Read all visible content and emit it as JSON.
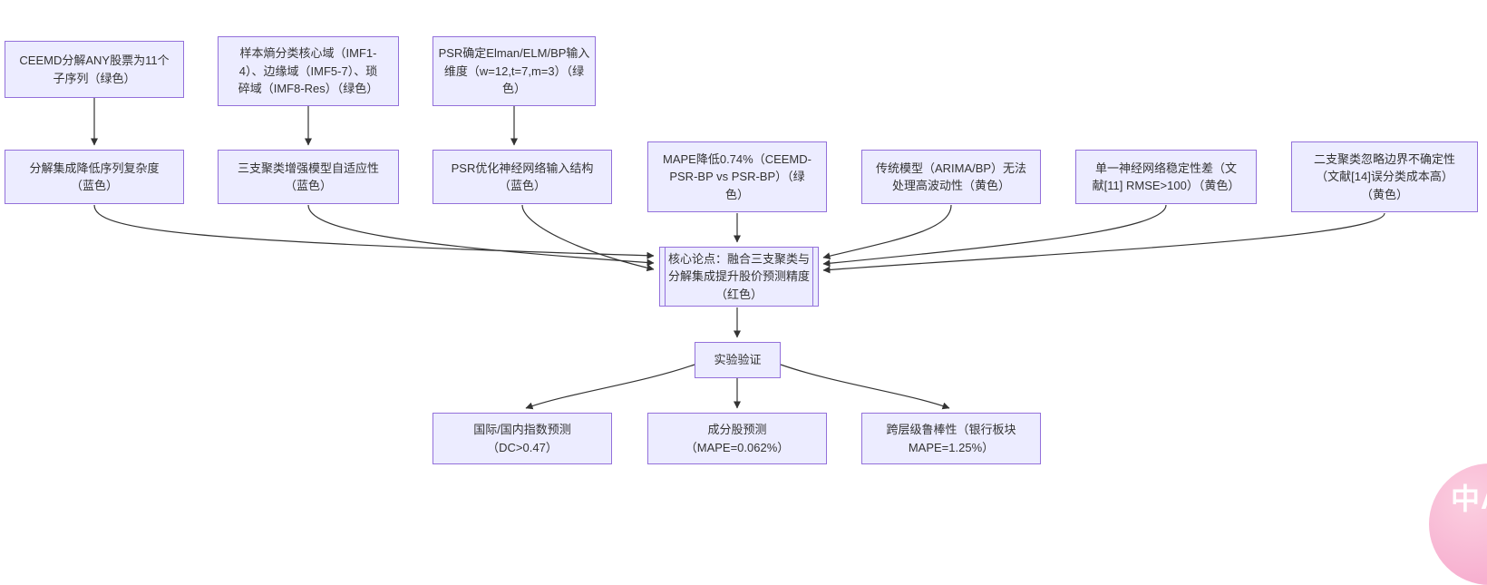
{
  "colors": {
    "node_fill": "#ECECFF",
    "node_border": "#9370DB",
    "arrow": "#333333",
    "text": "#333333",
    "badge_pink": "#F7B0D0"
  },
  "diagram": {
    "type": "flowchart",
    "nodes": {
      "ceemd": {
        "label": "CEEMD分解ANY股票为11个\n子序列（绿色）"
      },
      "entropy": {
        "label": "样本熵分类核心域（IMF1-\n4）、边缘域（IMF5-7）、琐\n碎域（IMF8-Res）（绿色）"
      },
      "psr_dim": {
        "label": "PSR确定Elman/ELM/BP输入\n维度（w=12,t=7,m=3）（绿\n色）"
      },
      "decomp": {
        "label": "分解集成降低序列复杂度\n（蓝色）"
      },
      "three_way": {
        "label": "三支聚类增强模型自适应性\n（蓝色）"
      },
      "psr_opt": {
        "label": "PSR优化神经网络输入结构\n（蓝色）"
      },
      "mape": {
        "label": "MAPE降低0.74%（CEEMD-\nPSR-BP vs PSR-BP）（绿\n色）"
      },
      "traditional": {
        "label": "传统模型（ARIMA/BP）无法\n处理高波动性（黄色）"
      },
      "single_nn": {
        "label": "单一神经网络稳定性差（文\n献[11] RMSE>100）（黄色）"
      },
      "two_way": {
        "label": "二支聚类忽略边界不确定性\n（文献[14]误分类成本高）\n（黄色）"
      },
      "core": {
        "label": "核心论点：融合三支聚类与\n分解集成提升股价预测精度\n（红色）"
      },
      "experiment": {
        "label": "实验验证"
      },
      "index_pred": {
        "label": "国际/国内指数预测\n（DC>0.47）"
      },
      "stock_pred": {
        "label": "成分股预测\n（MAPE=0.062%）"
      },
      "robust": {
        "label": "跨层级鲁棒性（银行板块\nMAPE=1.25%）"
      }
    },
    "edges": [
      {
        "from": "ceemd",
        "to": "decomp"
      },
      {
        "from": "entropy",
        "to": "three_way"
      },
      {
        "from": "psr_dim",
        "to": "psr_opt"
      },
      {
        "from": "decomp",
        "to": "core"
      },
      {
        "from": "three_way",
        "to": "core"
      },
      {
        "from": "psr_opt",
        "to": "core"
      },
      {
        "from": "mape",
        "to": "core"
      },
      {
        "from": "traditional",
        "to": "core"
      },
      {
        "from": "single_nn",
        "to": "core"
      },
      {
        "from": "two_way",
        "to": "core"
      },
      {
        "from": "core",
        "to": "experiment"
      },
      {
        "from": "experiment",
        "to": "index_pred"
      },
      {
        "from": "experiment",
        "to": "stock_pred"
      },
      {
        "from": "experiment",
        "to": "robust"
      }
    ]
  },
  "badge": {
    "text": "中A"
  }
}
